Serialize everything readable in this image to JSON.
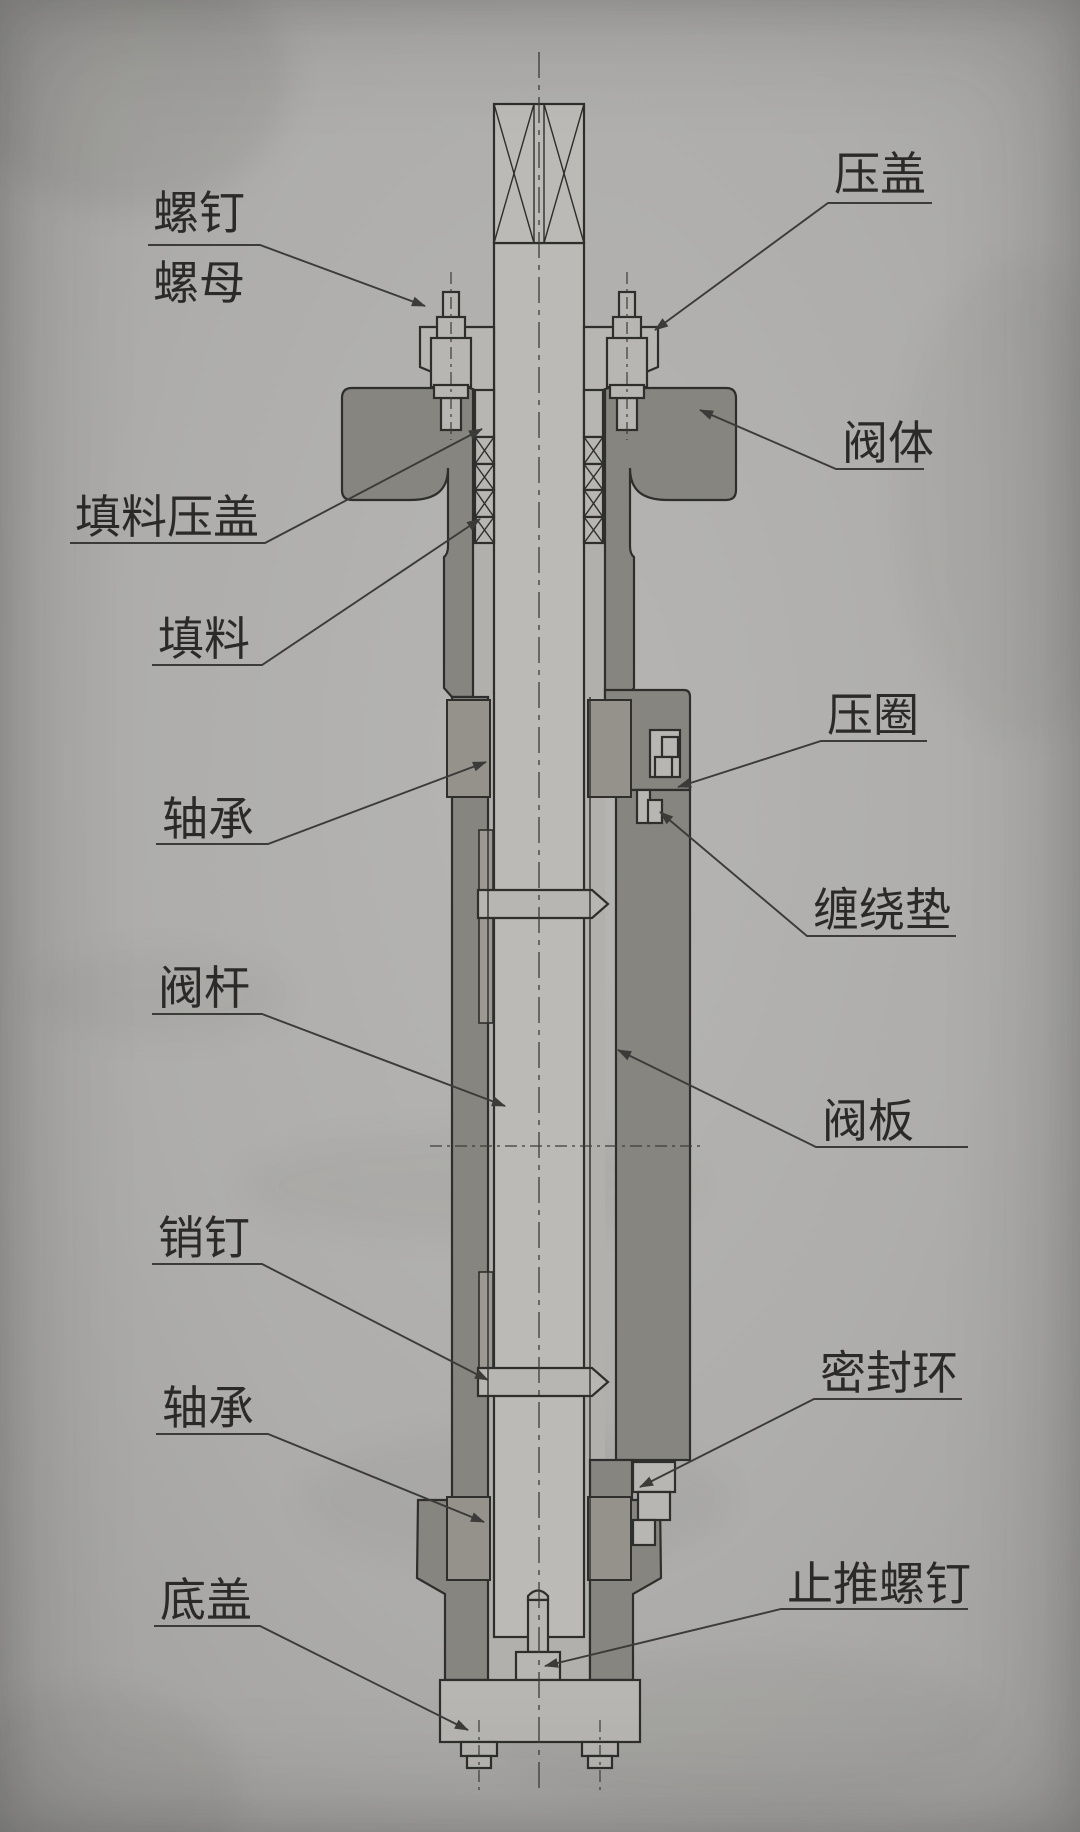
{
  "diagram": {
    "kind": "engineering-cross-section-drawing",
    "orientation": "vertical valve assembly section with leader-line part labels"
  },
  "labels": [
    {
      "text": "螺钉",
      "side": "left"
    },
    {
      "text": "螺母",
      "side": "left"
    },
    {
      "text": "填料压盖",
      "side": "left"
    },
    {
      "text": "填料",
      "side": "left"
    },
    {
      "text": "轴承",
      "side": "left"
    },
    {
      "text": "阀杆",
      "side": "left"
    },
    {
      "text": "销钉",
      "side": "left"
    },
    {
      "text": "轴承",
      "side": "left"
    },
    {
      "text": "底盖",
      "side": "left"
    },
    {
      "text": "压盖",
      "side": "right"
    },
    {
      "text": "阀体",
      "side": "right"
    },
    {
      "text": "压圈",
      "side": "right"
    },
    {
      "text": "缠绕垫",
      "side": "right"
    },
    {
      "text": "阀板",
      "side": "right"
    },
    {
      "text": "密封环",
      "side": "right"
    },
    {
      "text": "止推螺钉",
      "side": "right"
    }
  ],
  "colors": {
    "paper": "#aeadab",
    "dark_fill": "#87857f",
    "light_fill": "#b7b6b2",
    "stem_fill": "#bbbab6",
    "bearing_fill": "#94928b",
    "line": "#2e2e2c",
    "leader_line": "#3b3b39",
    "label_text": "#2b2a28"
  }
}
